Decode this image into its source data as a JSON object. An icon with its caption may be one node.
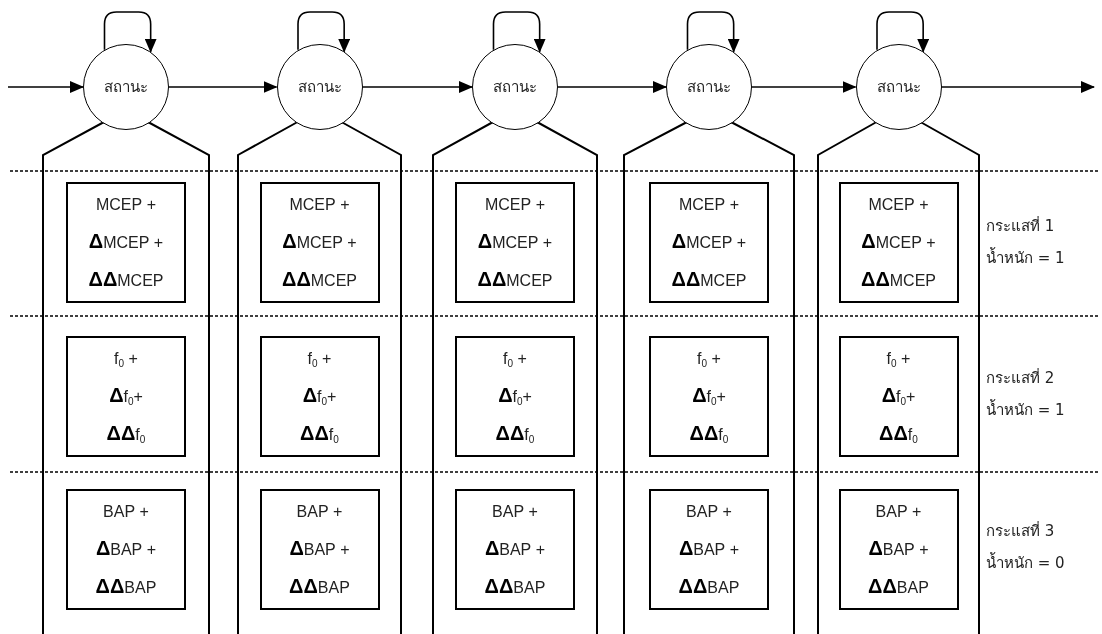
{
  "diagram": {
    "nodes": [
      {
        "text": [
          "สถานะ"
        ]
      },
      {
        "text": [
          "สถานะ"
        ]
      },
      {
        "text": [
          "สถานะ"
        ]
      },
      {
        "text": [
          "สถานะ"
        ]
      },
      {
        "text": [
          "สถานะ"
        ]
      },
      {
        "text": [],
        "shape": "box"
      },
      {
        "text": [
          "MCEP + **Δ**MCEP + **ΔΔ**MCEP"
        ],
        "in": 5
      },
      {
        "text": [
          "f$_{0}$ + **Δ**f$_{0}$+ **ΔΔ**f$_{0}$"
        ],
        "in": 5
      },
      {
        "text": [
          "BAP + **Δ**BAP + **ΔΔ**BAP"
        ],
        "in": 5
      },
      {
        "text": [],
        "shape": "box"
      },
      {
        "text": [
          "MCEP + **Δ**MCEP + **ΔΔ**MCEP"
        ],
        "in": 9
      },
      {
        "text": [
          "f$_{0}$ + **Δ**f$_{0}$+ **ΔΔ**f$_{0}$"
        ],
        "in": 9
      },
      {
        "text": [
          "BAP + **Δ**BAP + **ΔΔ**BAP"
        ],
        "in": 9
      },
      {
        "text": [],
        "shape": "box"
      },
      {
        "text": [
          "MCEP + **Δ**MCEP + **ΔΔ**MCEP"
        ],
        "in": 13
      },
      {
        "text": [
          "f$_{0}$ + **Δ**f$_{0}$+ **ΔΔ**f$_{0}$"
        ],
        "in": 13
      },
      {
        "text": [
          "BAP + **Δ**BAP + **ΔΔ**BAP"
        ],
        "in": 13
      },
      {
        "text": [],
        "shape": "box"
      },
      {
        "text": [
          "MCEP + **Δ**MCEP + **ΔΔ**MCEP"
        ],
        "in": 17
      },
      {
        "text": [
          "f$_{0}$ + **Δ**f$_{0}$+ **ΔΔ**f$_{0}$"
        ],
        "in": 17
      },
      {
        "text": [
          "BAP + **Δ**BAP + **ΔΔ**BAP"
        ],
        "in": 17
      },
      {
        "text": [],
        "shape": "box"
      },
      {
        "text": [
          "MCEP + **Δ**MCEP + **ΔΔ**MCEP"
        ],
        "in": 21
      },
      {
        "text": [
          "f$_{0}$ + **Δ**f$_{0}$+ **ΔΔ**f$_{0}$"
        ],
        "in": 21
      },
      {
        "text": [
          "BAP + **Δ**BAP + **ΔΔ**BAP"
        ],
        "in": 21
      }
    ],
    "edges": [
      {
        "from": null,
        "to": 0,
        "arrow": "to"
      },
      {
        "from": 0,
        "to": 1,
        "arrow": "to"
      },
      {
        "from": 1,
        "to": 2,
        "arrow": "to"
      },
      {
        "from": 2,
        "to": 3,
        "arrow": "to"
      },
      {
        "from": 3,
        "to": 4,
        "arrow": "to"
      },
      {
        "from": 4,
        "to": null,
        "arrow": "to"
      },
      {
        "from": 0,
        "to": 0,
        "arrow": "to"
      },
      {
        "from": 1,
        "to": 1,
        "arrow": "to"
      },
      {
        "from": 2,
        "to": 2,
        "arrow": "to"
      },
      {
        "from": 3,
        "to": 3,
        "arrow": "to"
      },
      {
        "from": 4,
        "to": 4,
        "arrow": "to"
      }
    ],
    "labels": [
      "กระแสที่ 1",
      "น้ำหนัก = 1",
      "กระแสที่ 2",
      "น้ำหนัก = 1",
      "กระแสที่ 3",
      "น้ำหนัก = 0"
    ]
  }
}
